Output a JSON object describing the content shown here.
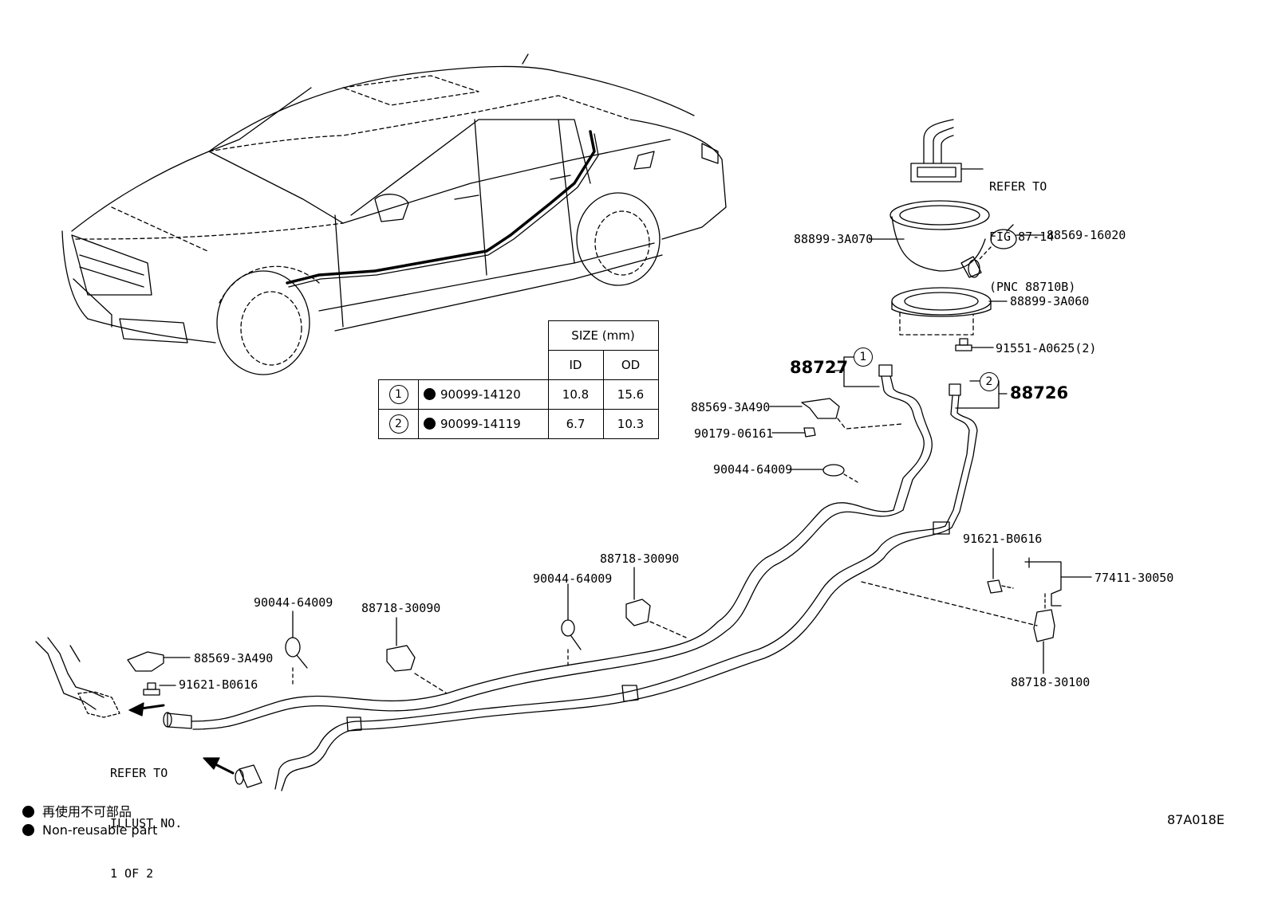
{
  "parts": {
    "p88899_3A070": "88899-3A070",
    "p88569_16020": "88569-16020",
    "p88899_3A060": "88899-3A060",
    "p91551_A0625": "91551-A0625(2)",
    "p88727": "88727",
    "p88726": "88726",
    "p88569_3A490_upper": "88569-3A490",
    "p90179_06161": "90179-06161",
    "p90044_64009_upper": "90044-64009",
    "p91621_B0616_right": "91621-B0616",
    "p77411_30050": "77411-30050",
    "p88718_30100": "88718-30100",
    "p88718_30090_a": "88718-30090",
    "p90044_64009_mid": "90044-64009",
    "p88718_30090_b": "88718-30090",
    "p90044_64009_left": "90044-64009",
    "p88569_3A490_lower": "88569-3A490",
    "p91621_B0616_left": "91621-B0616"
  },
  "refer_fig": [
    "REFER TO",
    "FIG 87-14",
    "(PNC 88710B)"
  ],
  "refer_illust": [
    "REFER TO",
    "ILLUST NO.",
    "1 OF 2"
  ],
  "callouts": {
    "one": "1",
    "two": "2"
  },
  "size_table": {
    "header": "SIZE (mm)",
    "col_id": "ID",
    "col_od": "OD",
    "rows": [
      {
        "ref": "1",
        "part": "90099-14120",
        "id": "10.8",
        "od": "15.6"
      },
      {
        "ref": "2",
        "part": "90099-14119",
        "id": "6.7",
        "od": "10.3"
      }
    ]
  },
  "legend": {
    "jp": "再使用不可部品",
    "en": "Non-reusable part"
  },
  "figure_code": "87A018E"
}
